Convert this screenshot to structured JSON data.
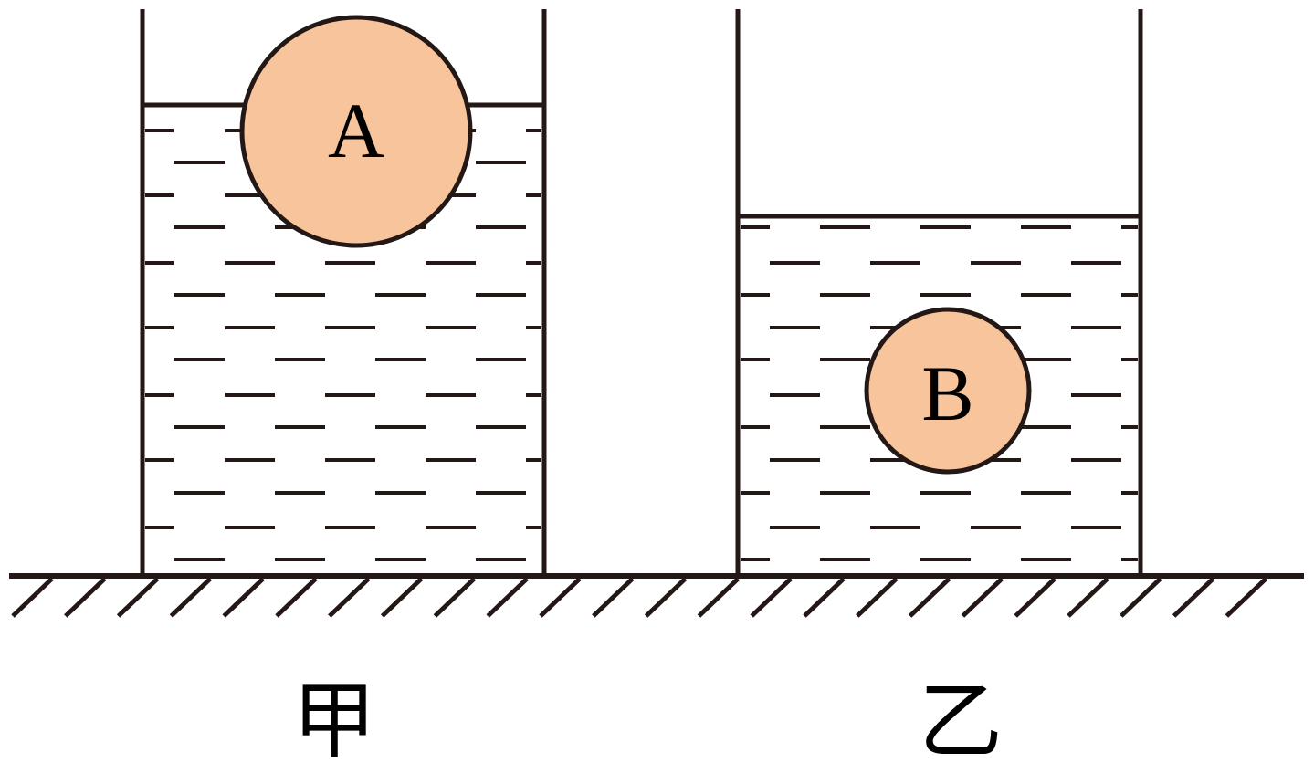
{
  "diagram": {
    "containers": [
      {
        "id": "jia",
        "label": "甲",
        "ball_label": "A"
      },
      {
        "id": "yi",
        "label": "乙",
        "ball_label": "B"
      }
    ],
    "colors": {
      "stroke": "#231815",
      "ball_fill": "#F7C49B",
      "background": "#FFFFFF"
    }
  }
}
